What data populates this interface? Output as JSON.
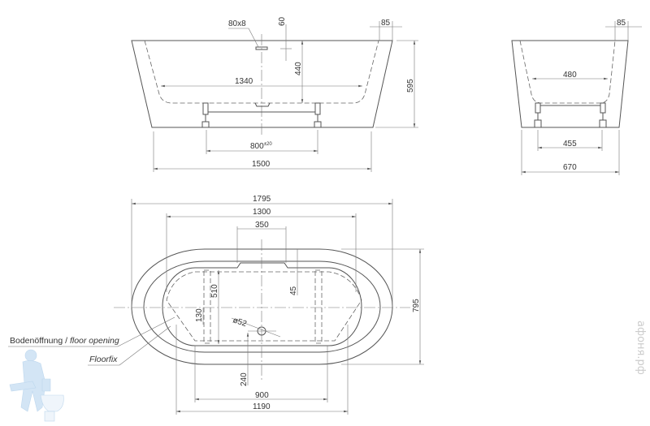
{
  "front_view": {
    "d80x8": "80x8",
    "d60": "60",
    "d85": "85",
    "d440": "440",
    "d1340": "1340",
    "d595": "595",
    "d800": "800",
    "d800_tol": "±20",
    "d1500": "1500"
  },
  "side_view": {
    "d85": "85",
    "d480": "480",
    "d455": "455",
    "d670": "670"
  },
  "plan_view": {
    "d1795": "1795",
    "d1300": "1300",
    "d350": "350",
    "d795": "795",
    "d510": "510",
    "d45": "45",
    "d130": "130",
    "d52": "ø52",
    "d240": "240",
    "d900": "900",
    "d1190": "1190"
  },
  "labels": {
    "floor_opening_de": "Bodenöffnung / ",
    "floor_opening_en": "floor opening",
    "floorfix": "Floorfix"
  },
  "watermark": "афоня.рф"
}
